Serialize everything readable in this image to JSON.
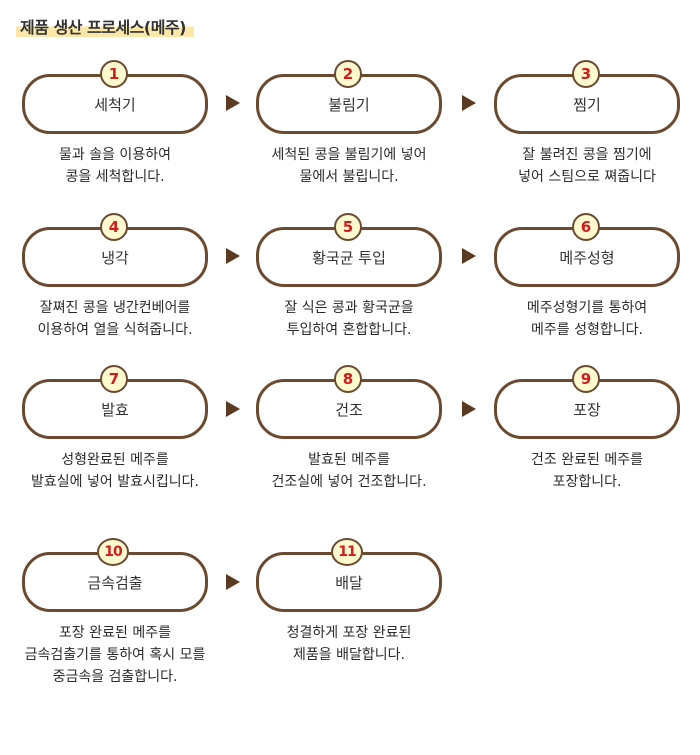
{
  "title": "제품 생산 프로세스(메주)",
  "steps": [
    {
      "num": "1",
      "name": "세척기",
      "desc": "물과 솔을 이용하여\n콩을 세척합니다."
    },
    {
      "num": "2",
      "name": "불림기",
      "desc": "세척된 콩을 불림기에 넣어\n물에서 불립니다."
    },
    {
      "num": "3",
      "name": "찜기",
      "desc": "잘 불려진 콩을 찜기에\n넣어 스팀으로 쪄줍니다"
    },
    {
      "num": "4",
      "name": "냉각",
      "desc": "잘쪄진 콩을 냉간컨베어를\n이용하여 열을 식혀줍니다."
    },
    {
      "num": "5",
      "name": "황국균 투입",
      "desc": "잘 식은 콩과 황국균을\n투입하여 혼합합니다."
    },
    {
      "num": "6",
      "name": "메주성형",
      "desc": "메주성형기를 통하여\n메주를 성형합니다."
    },
    {
      "num": "7",
      "name": "발효",
      "desc": "성형완료된 메주를\n발효실에 넣어 발효시킵니다."
    },
    {
      "num": "8",
      "name": "건조",
      "desc": "발효된 메주를\n건조실에 넣어 건조합니다."
    },
    {
      "num": "9",
      "name": "포장",
      "desc": "건조 완료된 메주를\n포장합니다."
    },
    {
      "num": "10",
      "name": "금속검출",
      "desc": "포장 완료된 메주를\n금속검출기를 통하여 혹시 모를\n중금속을 검출합니다."
    },
    {
      "num": "11",
      "name": "배달",
      "desc": "청결하게 포장 완료된\n제품을 배달합니다."
    }
  ],
  "colors": {
    "border": "#6b4a30",
    "number": "#d11c1c",
    "badge_fill": "#fff9cf",
    "title_highlight": "#fbe7a8",
    "arrow": "#5a3a20"
  }
}
